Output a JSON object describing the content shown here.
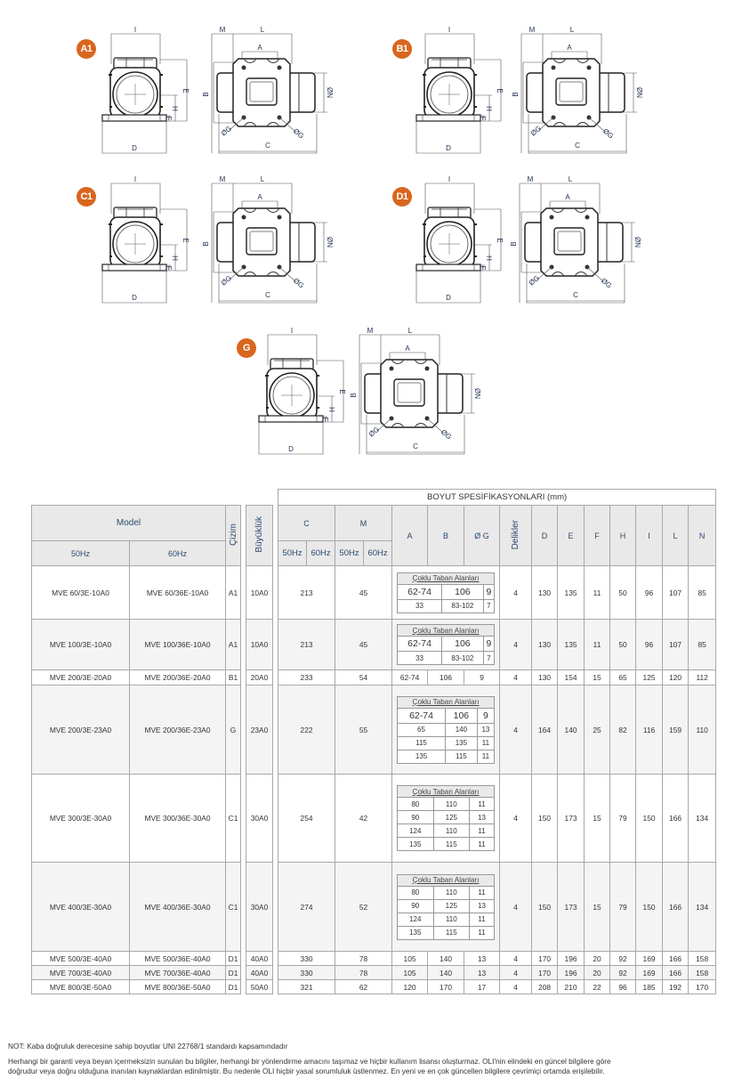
{
  "drawings": [
    {
      "id": "A1",
      "label": "A1"
    },
    {
      "id": "B1",
      "label": "B1"
    },
    {
      "id": "C1",
      "label": "C1"
    },
    {
      "id": "D1",
      "label": "D1"
    },
    {
      "id": "G",
      "label": "G"
    }
  ],
  "dimension_labels": {
    "I": "I",
    "E": "E",
    "H": "H",
    "F": "F",
    "D": "D",
    "M": "M",
    "L": "L",
    "A": "A",
    "B": "B",
    "C": "C",
    "N": "ØN",
    "G": "ØG"
  },
  "colors": {
    "badge": "#d9661e",
    "header_bg": "#e9e9e9",
    "alt_row": "#f4f4f4"
  },
  "table": {
    "title": "BOYUT SPESİFİKASYONLARI (mm)",
    "headers": {
      "model": "Model",
      "hz50": "50Hz",
      "hz60": "60Hz",
      "cizim": "Çizim",
      "size": "Büyüklük",
      "C": "C",
      "M": "M",
      "A": "A",
      "B": "B",
      "G": "Ø G",
      "holes": "Delikler",
      "D": "D",
      "E": "E",
      "F": "F",
      "H": "H",
      "I": "I",
      "L": "L",
      "N": "N"
    },
    "multi_title": "Çoklu Taban Alanları",
    "rows": [
      {
        "m50": "MVE 60/3E-10A0",
        "m60": "MVE 60/36E-10A0",
        "cizim": "A1",
        "size": "10A0",
        "C": "213",
        "M": "45",
        "multi": [
          [
            "62-74",
            "106",
            "9"
          ],
          [
            "33",
            "83-102",
            "7"
          ]
        ],
        "holes": "4",
        "D": "130",
        "E": "135",
        "F": "11",
        "H": "50",
        "I": "96",
        "L": "107",
        "N": "85"
      },
      {
        "m50": "MVE 100/3E-10A0",
        "m60": "MVE 100/36E-10A0",
        "cizim": "A1",
        "size": "10A0",
        "C": "213",
        "M": "45",
        "multi": [
          [
            "62-74",
            "106",
            "9"
          ],
          [
            "33",
            "83-102",
            "7"
          ]
        ],
        "holes": "4",
        "D": "130",
        "E": "135",
        "F": "11",
        "H": "50",
        "I": "96",
        "L": "107",
        "N": "85"
      },
      {
        "m50": "MVE 200/3E-20A0",
        "m60": "MVE 200/36E-20A0",
        "cizim": "B1",
        "size": "20A0",
        "C": "233",
        "M": "54",
        "abg": [
          "62-74",
          "106",
          "9"
        ],
        "holes": "4",
        "D": "130",
        "E": "154",
        "F": "15",
        "H": "65",
        "I": "125",
        "L": "120",
        "N": "112"
      },
      {
        "m50": "MVE 200/3E-23A0",
        "m60": "MVE 200/36E-23A0",
        "cizim": "G",
        "size": "23A0",
        "C": "222",
        "M": "55",
        "multi": [
          [
            "62-74",
            "106",
            "9"
          ],
          [
            "65",
            "140",
            "13"
          ],
          [
            "115",
            "135",
            "11"
          ],
          [
            "135",
            "115",
            "11"
          ]
        ],
        "holes": "4",
        "D": "164",
        "E": "140",
        "F": "25",
        "H": "82",
        "I": "116",
        "L": "159",
        "N": "110"
      },
      {
        "m50": "MVE 300/3E-30A0",
        "m60": "MVE 300/36E-30A0",
        "cizim": "C1",
        "size": "30A0",
        "C": "254",
        "M": "42",
        "multi": [
          [
            "80",
            "110",
            "11"
          ],
          [
            "90",
            "125",
            "13"
          ],
          [
            "124",
            "110",
            "11"
          ],
          [
            "135",
            "115",
            "11"
          ]
        ],
        "holes": "4",
        "D": "150",
        "E": "173",
        "F": "15",
        "H": "79",
        "I": "150",
        "L": "166",
        "N": "134"
      },
      {
        "m50": "MVE 400/3E-30A0",
        "m60": "MVE 400/36E-30A0",
        "cizim": "C1",
        "size": "30A0",
        "C": "274",
        "M": "52",
        "multi": [
          [
            "80",
            "110",
            "11"
          ],
          [
            "90",
            "125",
            "13"
          ],
          [
            "124",
            "110",
            "11"
          ],
          [
            "135",
            "115",
            "11"
          ]
        ],
        "holes": "4",
        "D": "150",
        "E": "173",
        "F": "15",
        "H": "79",
        "I": "150",
        "L": "166",
        "N": "134"
      },
      {
        "m50": "MVE 500/3E-40A0",
        "m60": "MVE 500/36E-40A0",
        "cizim": "D1",
        "size": "40A0",
        "C": "330",
        "M": "78",
        "abg": [
          "105",
          "140",
          "13"
        ],
        "holes": "4",
        "D": "170",
        "E": "196",
        "F": "20",
        "H": "92",
        "I": "169",
        "L": "166",
        "N": "158"
      },
      {
        "m50": "MVE 700/3E-40A0",
        "m60": "MVE 700/36E-40A0",
        "cizim": "D1",
        "size": "40A0",
        "C": "330",
        "M": "78",
        "abg": [
          "105",
          "140",
          "13"
        ],
        "holes": "4",
        "D": "170",
        "E": "196",
        "F": "20",
        "H": "92",
        "I": "169",
        "L": "166",
        "N": "158"
      },
      {
        "m50": "MVE 800/3E-50A0",
        "m60": "MVE 800/36E-50A0",
        "cizim": "D1",
        "size": "50A0",
        "C": "321",
        "M": "62",
        "abg": [
          "120",
          "170",
          "17"
        ],
        "holes": "4",
        "D": "208",
        "E": "210",
        "F": "22",
        "H": "96",
        "I": "185",
        "L": "192",
        "N": "170"
      }
    ]
  },
  "notes": {
    "note": "NOT: Kaba doğruluk derecesine sahip boyutlar UNI 22768/1 standardı kapsamındadır",
    "disclaimer_1": "Herhangi bir garanti veya beyan içermeksizin sunulan bu bilgiler, herhangi bir yönlendirme amacını taşımaz ve hiçbir kullanım lisansı oluşturmaz. OLI'nin elindeki en güncel bilgilere göre",
    "disclaimer_2": "doğrudur veya doğru olduğuna inanılan kaynaklardan edinilmiştir. Bu nedenle OLI hiçbir yasal sorumluluk üstlenmez. En yeni ve en çok güncellen bilgilere çevrimiçi ortamda erişilebilir."
  }
}
